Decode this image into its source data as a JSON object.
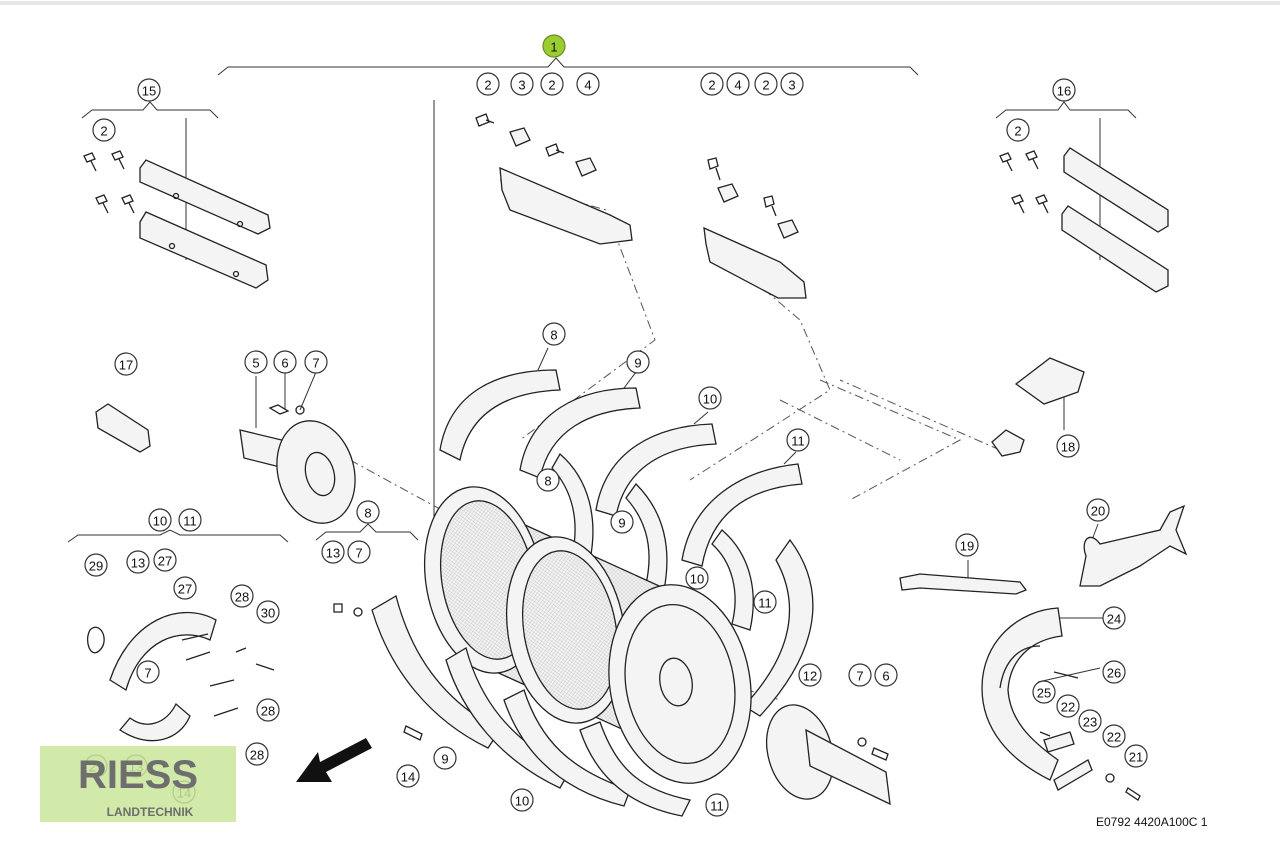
{
  "title": "",
  "reference_code": "E0792 4420A100C 1",
  "logo": {
    "line1": "RIESS",
    "line2": "LANDTECHNIK"
  },
  "highlight_color": "#9acd32",
  "callouts": [
    {
      "id": "c1",
      "label": "1",
      "highlight": true
    },
    {
      "id": "c15",
      "label": "15"
    },
    {
      "id": "c16",
      "label": "16"
    },
    {
      "id": "c2a",
      "label": "2"
    },
    {
      "id": "c2b",
      "label": "2"
    },
    {
      "id": "c3a",
      "label": "3"
    },
    {
      "id": "c2c",
      "label": "2"
    },
    {
      "id": "c4a",
      "label": "4"
    },
    {
      "id": "c2d",
      "label": "2"
    },
    {
      "id": "c4b",
      "label": "4"
    },
    {
      "id": "c2e",
      "label": "2"
    },
    {
      "id": "c3b",
      "label": "3"
    },
    {
      "id": "c2f",
      "label": "2"
    },
    {
      "id": "c17",
      "label": "17"
    },
    {
      "id": "c5",
      "label": "5"
    },
    {
      "id": "c6a",
      "label": "6"
    },
    {
      "id": "c7a",
      "label": "7"
    },
    {
      "id": "c8a",
      "label": "8"
    },
    {
      "id": "c9a",
      "label": "9"
    },
    {
      "id": "c10a",
      "label": "10"
    },
    {
      "id": "c11a",
      "label": "11"
    },
    {
      "id": "c8b",
      "label": "8"
    },
    {
      "id": "c9b",
      "label": "9"
    },
    {
      "id": "c10b",
      "label": "10"
    },
    {
      "id": "c11b",
      "label": "11"
    },
    {
      "id": "c18",
      "label": "18"
    },
    {
      "id": "c10c",
      "label": "10"
    },
    {
      "id": "c11c",
      "label": "11"
    },
    {
      "id": "c8c",
      "label": "8"
    },
    {
      "id": "c13a",
      "label": "13"
    },
    {
      "id": "c7b",
      "label": "7"
    },
    {
      "id": "c29",
      "label": "29"
    },
    {
      "id": "c13b",
      "label": "13"
    },
    {
      "id": "c27a",
      "label": "27"
    },
    {
      "id": "c27b",
      "label": "27"
    },
    {
      "id": "c28a",
      "label": "28"
    },
    {
      "id": "c30",
      "label": "30"
    },
    {
      "id": "c7c",
      "label": "7"
    },
    {
      "id": "c28b",
      "label": "28"
    },
    {
      "id": "c28c",
      "label": "28"
    },
    {
      "id": "c27c",
      "label": "27"
    },
    {
      "id": "c13c",
      "label": "13"
    },
    {
      "id": "c14a",
      "label": "14"
    },
    {
      "id": "c14b",
      "label": "14"
    },
    {
      "id": "c9c",
      "label": "9"
    },
    {
      "id": "c10d",
      "label": "10"
    },
    {
      "id": "c11d",
      "label": "11"
    },
    {
      "id": "c12",
      "label": "12"
    },
    {
      "id": "c7d",
      "label": "7"
    },
    {
      "id": "c6b",
      "label": "6"
    },
    {
      "id": "c19",
      "label": "19"
    },
    {
      "id": "c20",
      "label": "20"
    },
    {
      "id": "c24",
      "label": "24"
    },
    {
      "id": "c26",
      "label": "26"
    },
    {
      "id": "c25",
      "label": "25"
    },
    {
      "id": "c22a",
      "label": "22"
    },
    {
      "id": "c23",
      "label": "23"
    },
    {
      "id": "c22b",
      "label": "22"
    },
    {
      "id": "c21",
      "label": "21"
    }
  ]
}
